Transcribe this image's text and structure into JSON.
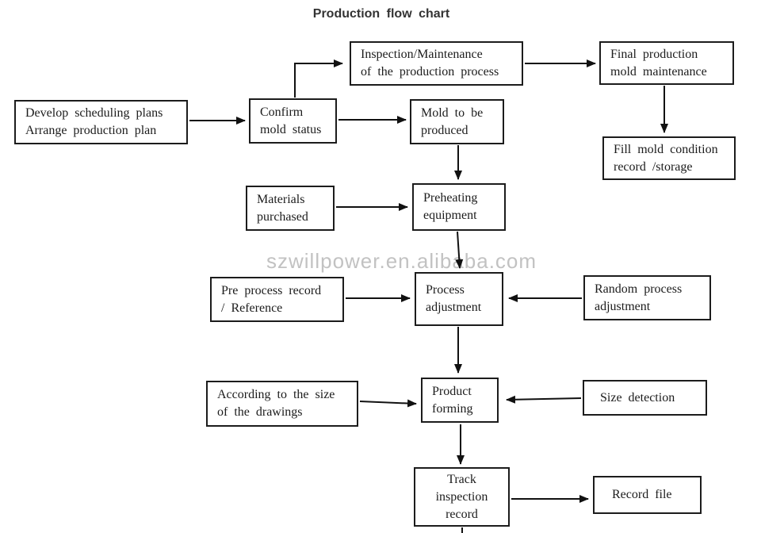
{
  "title": "Production flow chart",
  "watermark": "szwillpower.en.alibaba.com",
  "colors": {
    "background": "#ffffff",
    "box_border": "#1c1c1c",
    "box_text": "#1c1c1c",
    "title_text": "#333333",
    "watermark_text": "#c2c2c2",
    "arrow": "#111111"
  },
  "nodes": {
    "inspection_maintenance": {
      "lines": [
        "Inspection/Maintenance",
        "of the production process"
      ]
    },
    "final_production": {
      "lines": [
        "Final production",
        "mold maintenance"
      ]
    },
    "develop_scheduling": {
      "lines": [
        "Develop scheduling plans",
        "Arrange production plan"
      ]
    },
    "confirm_mold": {
      "lines": [
        "Confirm",
        "mold status"
      ]
    },
    "mold_to_be_produced": {
      "lines": [
        "Mold to be",
        "produced"
      ]
    },
    "fill_mold_condition": {
      "lines": [
        "Fill mold condition",
        "record /storage"
      ]
    },
    "materials_purchased": {
      "lines": [
        "Materials",
        "purchased"
      ]
    },
    "preheating_equipment": {
      "lines": [
        "Preheating",
        "equipment"
      ]
    },
    "pre_process_record": {
      "lines": [
        "Pre process record",
        "/ Reference"
      ]
    },
    "process_adjustment": {
      "lines": [
        "Process",
        "adjustment"
      ]
    },
    "random_process": {
      "lines": [
        "Random process",
        "adjustment"
      ]
    },
    "according_to_size": {
      "lines": [
        "According to the size",
        "of the drawings"
      ]
    },
    "product_forming": {
      "lines": [
        "Product",
        "forming"
      ]
    },
    "size_detection": {
      "lines": [
        "Size detection"
      ]
    },
    "track_inspection": {
      "lines": [
        "Track",
        "inspection",
        "record"
      ]
    },
    "record_file": {
      "lines": [
        "Record file"
      ]
    }
  }
}
